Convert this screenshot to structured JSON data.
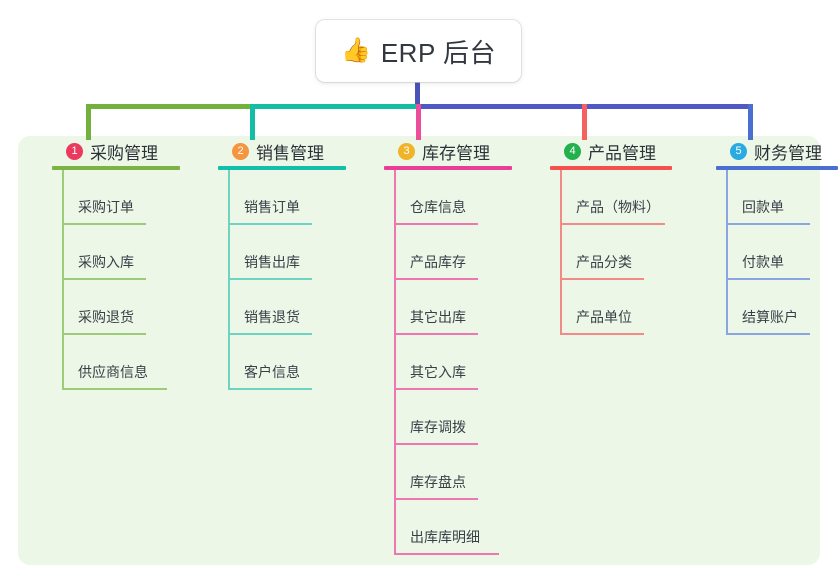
{
  "root": {
    "icon": "thumbs-up-icon",
    "emoji": "👍",
    "title": "ERP 后台"
  },
  "theme": {
    "panel_bg": "#edf7e8",
    "page_bg": "#ffffff",
    "connector_green": "#74b13c",
    "connector_teal": "#15bda4",
    "connector_blue": "#5058c4",
    "connector_pink": "#ec4e9c",
    "connector_red": "#f4615f",
    "connector_lightblue": "#4a6fd0",
    "text": "#3a3f47"
  },
  "columns": [
    {
      "number": "1",
      "title": "采购管理",
      "badge_color": "#ea3b5e",
      "rule_color": "#7cb342",
      "line_color": "#9ccc7a",
      "items": [
        {
          "label": "采购订单",
          "wide": false
        },
        {
          "label": "采购入库",
          "wide": false
        },
        {
          "label": "采购退货",
          "wide": false
        },
        {
          "label": "供应商信息",
          "wide": true
        }
      ]
    },
    {
      "number": "2",
      "title": "销售管理",
      "badge_color": "#f5953f",
      "rule_color": "#12bfa8",
      "line_color": "#6fd3c4",
      "items": [
        {
          "label": "销售订单",
          "wide": false
        },
        {
          "label": "销售出库",
          "wide": false
        },
        {
          "label": "销售退货",
          "wide": false
        },
        {
          "label": "客户信息",
          "wide": false
        }
      ]
    },
    {
      "number": "3",
      "title": "库存管理",
      "badge_color": "#f0b429",
      "rule_color": "#ea3d96",
      "line_color": "#ee77b1",
      "items": [
        {
          "label": "仓库信息",
          "wide": false
        },
        {
          "label": "产品库存",
          "wide": false
        },
        {
          "label": "其它出库",
          "wide": false
        },
        {
          "label": "其它入库",
          "wide": false
        },
        {
          "label": "库存调拨",
          "wide": false
        },
        {
          "label": "库存盘点",
          "wide": false
        },
        {
          "label": "出库库明细",
          "wide": true
        }
      ]
    },
    {
      "number": "4",
      "title": "产品管理",
      "badge_color": "#22b14c",
      "rule_color": "#f4504d",
      "line_color": "#f08b87",
      "items": [
        {
          "label": "产品（物料）",
          "wide": true
        },
        {
          "label": "产品分类",
          "wide": false
        },
        {
          "label": "产品单位",
          "wide": false
        }
      ]
    },
    {
      "number": "5",
      "title": "财务管理",
      "badge_color": "#29abe2",
      "rule_color": "#4a6fd0",
      "line_color": "#8aa6e0",
      "items": [
        {
          "label": "回款单",
          "wide": false
        },
        {
          "label": "付款单",
          "wide": false
        },
        {
          "label": "结算账户",
          "wide": false
        }
      ]
    }
  ]
}
